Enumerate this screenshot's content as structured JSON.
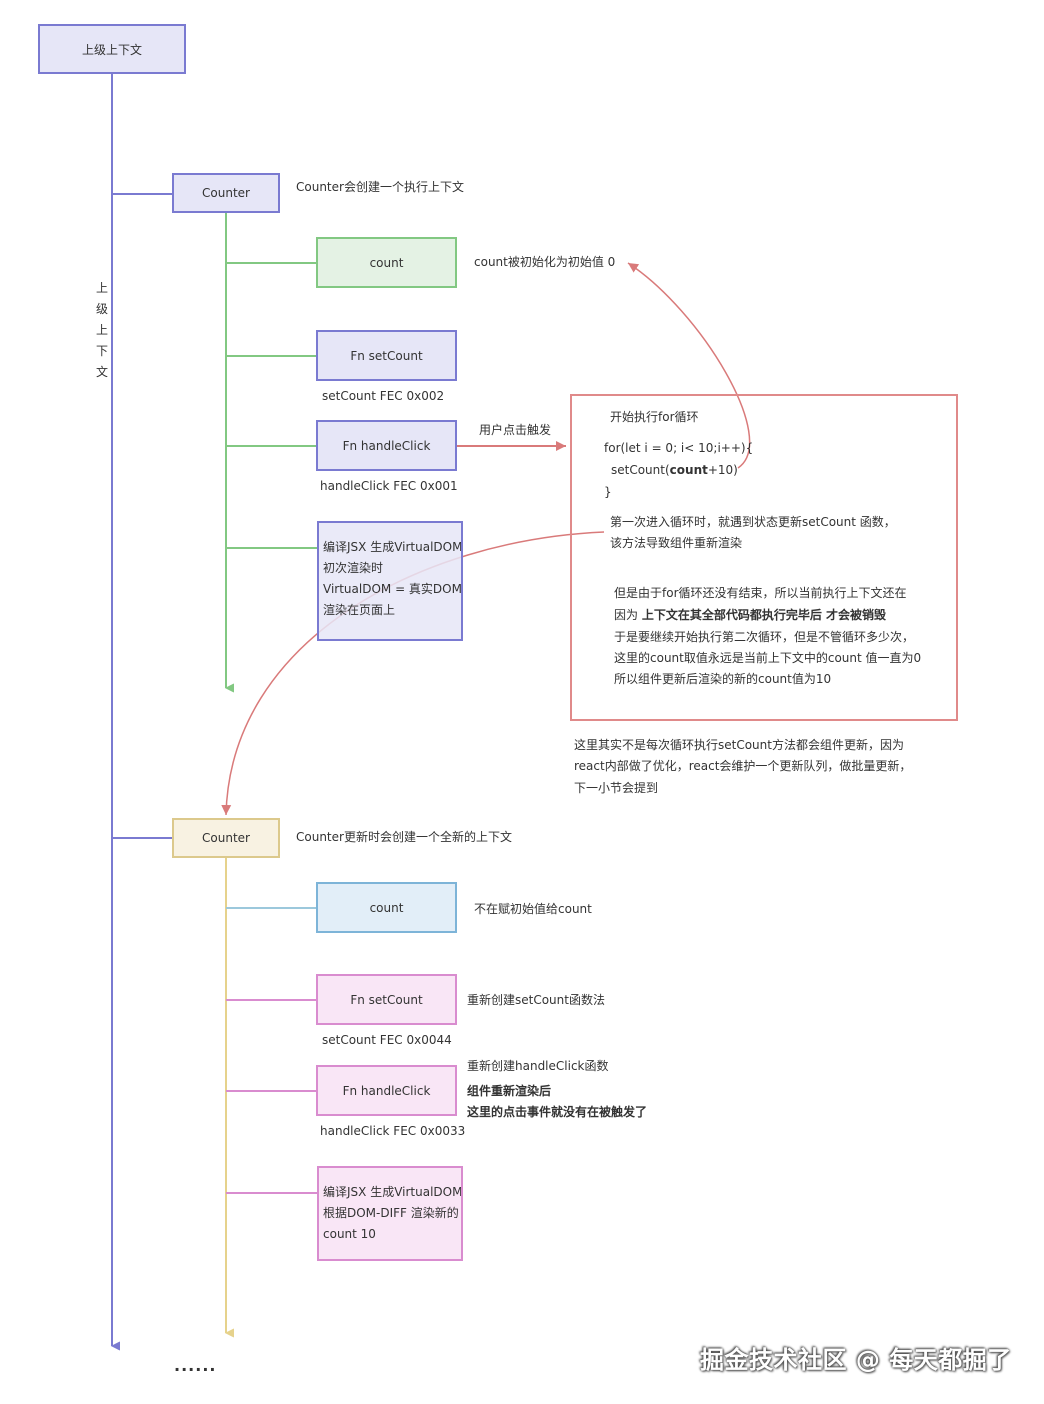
{
  "root_context": "上级上下文",
  "vertical_label": [
    "上",
    "级",
    "上",
    "下",
    "文"
  ],
  "first_render": {
    "counter": "Counter",
    "counter_note": "Counter会创建一个执行上下文",
    "count": "count",
    "count_note": "count被初始化为初始值 0",
    "set_count": "Fn setCount",
    "set_count_fec": "setCount FEC 0x002",
    "handle_click": "Fn handleClick",
    "handle_click_fec": "handleClick FEC 0x001",
    "click_trigger": "用户点击触发",
    "jsx_lines": [
      "编译JSX 生成VirtualDOM",
      "初次渲染时",
      "VirtualDOM = 真实DOM",
      "渲染在页面上"
    ]
  },
  "loop_box": {
    "title": "开始执行for循环",
    "code_line1": "for(let i = 0; i< 10;i++){",
    "code_line2_prefix": "setCount(",
    "code_line2_bold": "count",
    "code_line2_suffix": "+10)",
    "code_line3": "}",
    "first_loop_line1": "第一次进入循环时，就遇到状态更新setCount 函数，",
    "first_loop_line2": "该方法导致组件重新渲染",
    "explain_line1": "但是由于for循环还没有结束，所以当前执行上下文还在",
    "explain_line2_prefix": "因为 ",
    "explain_line2_bold": "上下文在其全部代码都执行完毕后 才会被销毁",
    "explain_line3": "于是要继续开始执行第二次循环，但是不管循环多少次，",
    "explain_line4": "这里的count取值永远是当前上下文中的count 值一直为0",
    "explain_line5": "所以组件更新后渲染的新的count值为10"
  },
  "batch_note": [
    "这里其实不是每次循环执行setCount方法都会组件更新，因为",
    "react内部做了优化，react会维护一个更新队列，做批量更新，",
    "下一小节会提到"
  ],
  "second_render": {
    "counter": "Counter",
    "counter_note": "Counter更新时会创建一个全新的上下文",
    "count": "count",
    "count_note": "不在赋初始值给count",
    "set_count": "Fn setCount",
    "set_count_note": "重新创建setCount函数法",
    "set_count_fec": "setCount FEC 0x0044",
    "handle_click": "Fn handleClick",
    "handle_click_note1": "重新创建handleClick函数",
    "handle_click_note2": "组件重新渲染后",
    "handle_click_note3": "这里的点击事件就没有在被触发了",
    "handle_click_fec": "handleClick FEC 0x0033",
    "jsx_lines": [
      "编译JSX 生成VirtualDOM",
      "根据DOM-DIFF 渲染新的",
      "count 10"
    ]
  },
  "ellipsis": "......",
  "watermark": "掘金技术社区 @ 每天都掘了",
  "colors": {
    "purple_line": "#7a7ad1",
    "green_line": "#82c882",
    "yellow_line": "#e6d28c",
    "pink_line": "#d98ccf",
    "blue_line": "#9cc8dc",
    "red_arrow": "#d97a7a"
  }
}
